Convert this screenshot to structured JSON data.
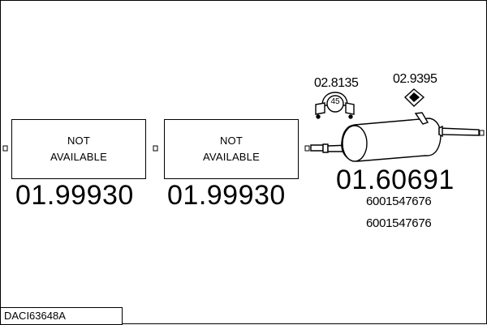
{
  "parts": [
    {
      "status_line1": "NOT",
      "status_line2": "AVAILABLE",
      "part_number": "01.99930"
    },
    {
      "status_line1": "NOT",
      "status_line2": "AVAILABLE",
      "part_number": "01.99930"
    }
  ],
  "rear_silencer": {
    "part_number": "01.60691",
    "oem_numbers": [
      "6001547676",
      "6001547676"
    ]
  },
  "accessories": [
    {
      "part_number": "02.8135",
      "badge": "45",
      "icon": "clamp-icon"
    },
    {
      "part_number": "02.9395",
      "icon": "rubber-hanger-icon"
    }
  ],
  "diagram_code": "DACI63648A"
}
